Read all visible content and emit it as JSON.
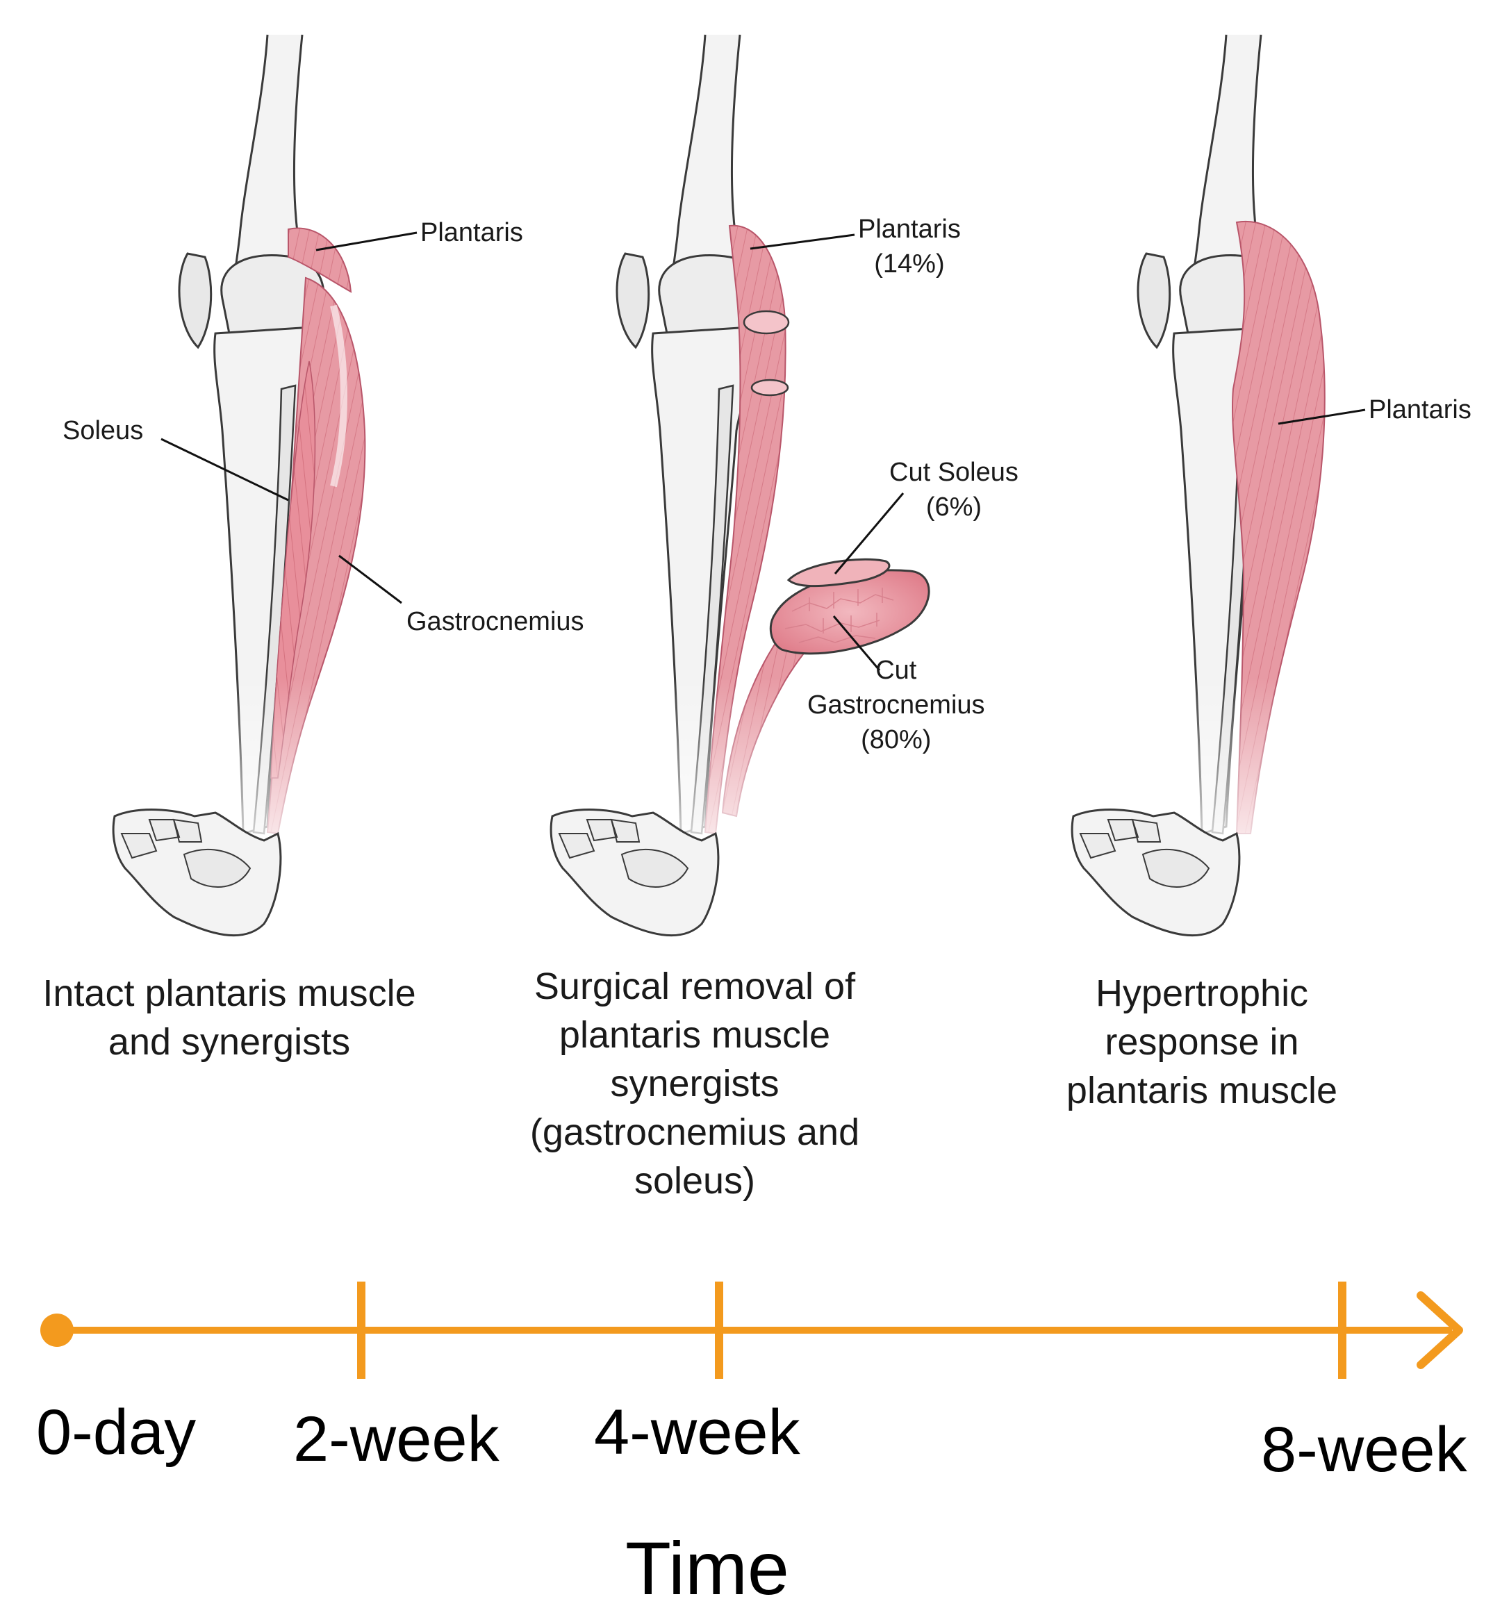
{
  "colors": {
    "bone_fill": "#f3f3f3",
    "bone_stroke": "#3a3a3a",
    "muscle": "#e79aa4",
    "muscle_dark": "#c9606e",
    "timeline": "#f39a1e",
    "text": "#1a1a1a"
  },
  "panels": [
    {
      "caption": [
        "Intact plantaris muscle",
        "and synergists"
      ],
      "labels": {
        "plantaris": "Plantaris",
        "soleus": "Soleus",
        "gastrocnemius": "Gastrocnemius"
      }
    },
    {
      "caption": [
        "Surgical removal of",
        "plantaris muscle",
        "synergists",
        "(gastrocnemius and",
        "soleus)"
      ],
      "labels": {
        "plantaris": [
          "Plantaris",
          "(14%)"
        ],
        "cut_soleus": [
          "Cut Soleus",
          "(6%)"
        ],
        "cut_gastrocnemius": [
          "Cut",
          "Gastrocnemius",
          "(80%)"
        ]
      }
    },
    {
      "caption": [
        "Hypertrophic",
        "response in",
        "plantaris muscle"
      ],
      "labels": {
        "plantaris": "Plantaris"
      }
    }
  ],
  "timeline": {
    "ticks": [
      "0-day",
      "2-week",
      "4-week",
      "8-week"
    ],
    "title": "Time"
  }
}
